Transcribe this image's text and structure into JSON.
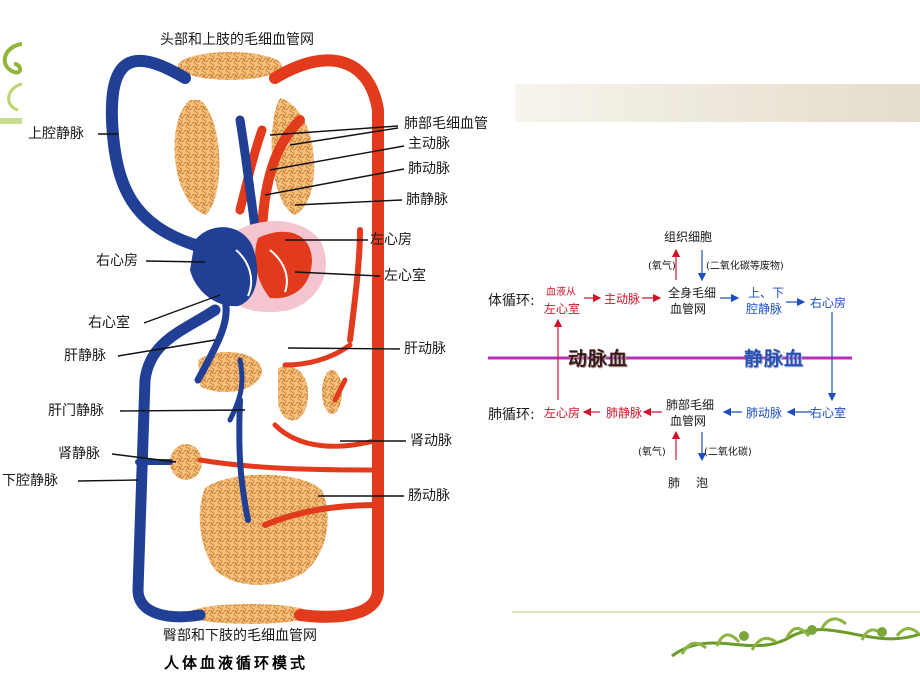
{
  "diagram_left": {
    "labels": {
      "head_capillaries": "头部和上肢的毛细血管网",
      "superior_vena_cava": "上腔静脉",
      "lung_capillaries": "肺部毛细血管",
      "aorta": "主动脉",
      "pulmonary_artery": "肺动脉",
      "pulmonary_vein": "肺静脉",
      "left_atrium": "左心房",
      "right_atrium": "右心房",
      "left_ventricle": "左心室",
      "right_ventricle": "右心室",
      "hepatic_vein": "肝静脉",
      "hepatic_artery": "肝动脉",
      "portal_vein": "肝门静脉",
      "renal_vein": "肾静脉",
      "renal_artery": "肾动脉",
      "inferior_vena_cava": "下腔静脉",
      "intestinal_artery": "肠动脉",
      "lower_capillaries": "臀部和下肢的毛细血管网"
    },
    "caption": "人体血液循环模式"
  },
  "flow_chart": {
    "tissue_cells": "组织细胞",
    "oxygen_top": "(氧气)",
    "co2_waste": "(二氧化碳等废物)",
    "systemic_label": "体循环:",
    "blood_from": "血液从",
    "left_ventricle": "左心室",
    "aorta": "主动脉",
    "body_cap_1": "全身毛细",
    "body_cap_2": "血管网",
    "vena_cava_1": "上、下",
    "vena_cava_2": "腔静脉",
    "right_atrium": "右心房",
    "arterial_blood": "动脉血",
    "venous_blood": "静脉血",
    "pulmonary_label": "肺循环:",
    "left_atrium": "左心房",
    "pulmonary_vein": "肺静脉",
    "lung_cap_1": "肺部毛细",
    "lung_cap_2": "血管网",
    "pulmonary_artery": "肺动脉",
    "right_ventricle": "右心室",
    "oxygen_bottom": "(氧气)",
    "co2": "(二氧化碳)",
    "alveoli_1": "肺",
    "alveoli_2": "泡"
  },
  "colors": {
    "artery": "#e23a1c",
    "vein": "#203f95",
    "capillary": "#e9a244",
    "flow_red": "#d2142a",
    "flow_blue": "#1c4fbf",
    "divider": "#b830b8"
  }
}
